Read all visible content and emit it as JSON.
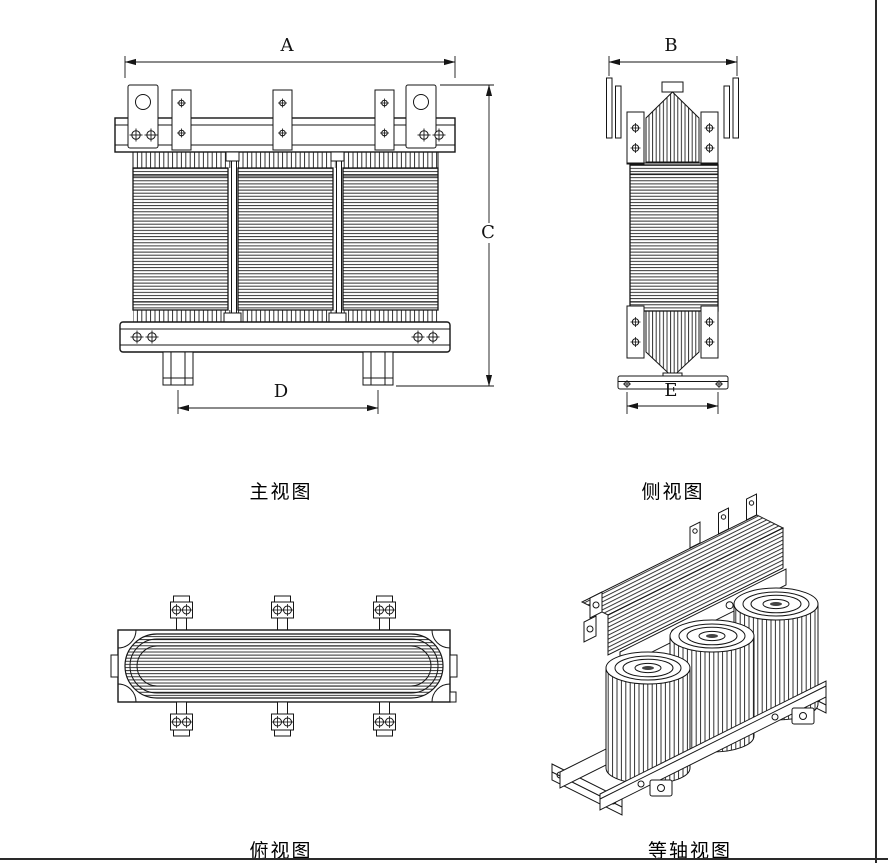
{
  "views": {
    "front": {
      "label": "主视图"
    },
    "side": {
      "label": "侧视图"
    },
    "top": {
      "label": "俯视图"
    },
    "iso": {
      "label": "等轴视图"
    }
  },
  "dimensions": {
    "A": "A",
    "B": "B",
    "C": "C",
    "D": "D",
    "E": "E"
  },
  "colors": {
    "line": "#151515",
    "background": "#ffffff"
  }
}
